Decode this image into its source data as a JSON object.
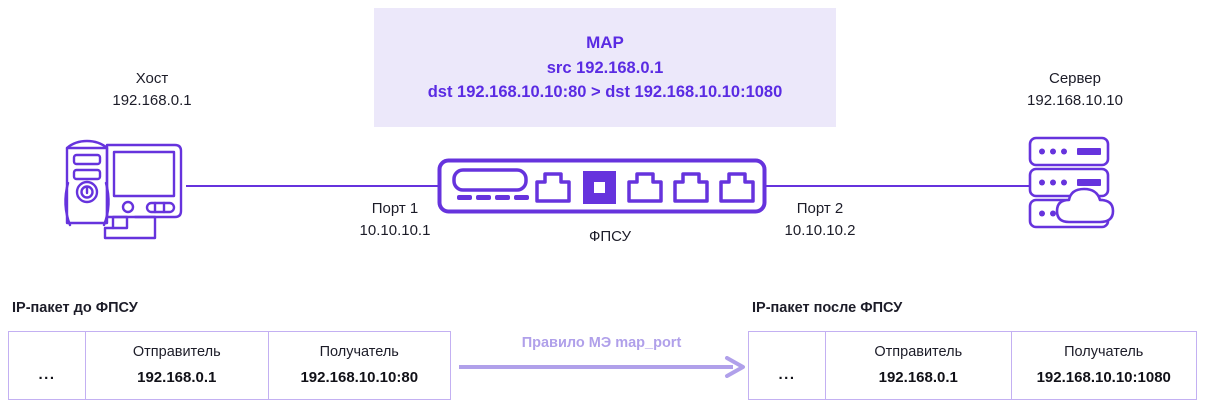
{
  "diagram": {
    "map_box": {
      "title": "MAP",
      "src_line": "src 192.168.0.1",
      "dst_line": "dst 192.168.10.10:80 > dst 192.168.10.10:1080",
      "background_color": "#ece8fa",
      "text_color": "#5a2be3"
    },
    "nodes": {
      "host": {
        "name": "Хост",
        "address": "192.168.0.1",
        "icon": "desktop-computer-icon"
      },
      "device": {
        "name": "ФПСУ",
        "icon": "network-switch-icon"
      },
      "server": {
        "name": "Сервер",
        "address": "192.168.10.10",
        "icon": "server-rack-cloud-icon"
      }
    },
    "ports": {
      "port1": {
        "name": "Порт 1",
        "address": "10.10.10.1"
      },
      "port2": {
        "name": "Порт 2",
        "address": "10.10.10.2"
      }
    },
    "line_color": "#6633dd"
  },
  "packets": {
    "before": {
      "heading": "IP-пакет до ФПСУ",
      "ellipsis": "...",
      "columns": [
        {
          "header": "Отправитель",
          "value": "192.168.0.1"
        },
        {
          "header": "Получатель",
          "value": "192.168.10.10:80"
        }
      ]
    },
    "after": {
      "heading": "IP-пакет после ФПСУ",
      "ellipsis": "...",
      "columns": [
        {
          "header": "Отправитель",
          "value": "192.168.0.1"
        },
        {
          "header": "Получатель",
          "value": "192.168.10.10:1080"
        }
      ]
    },
    "rule": {
      "label": "Правило МЭ map_port",
      "arrow_color": "#b0a0ea"
    },
    "border_color": "#c3b0f2"
  }
}
